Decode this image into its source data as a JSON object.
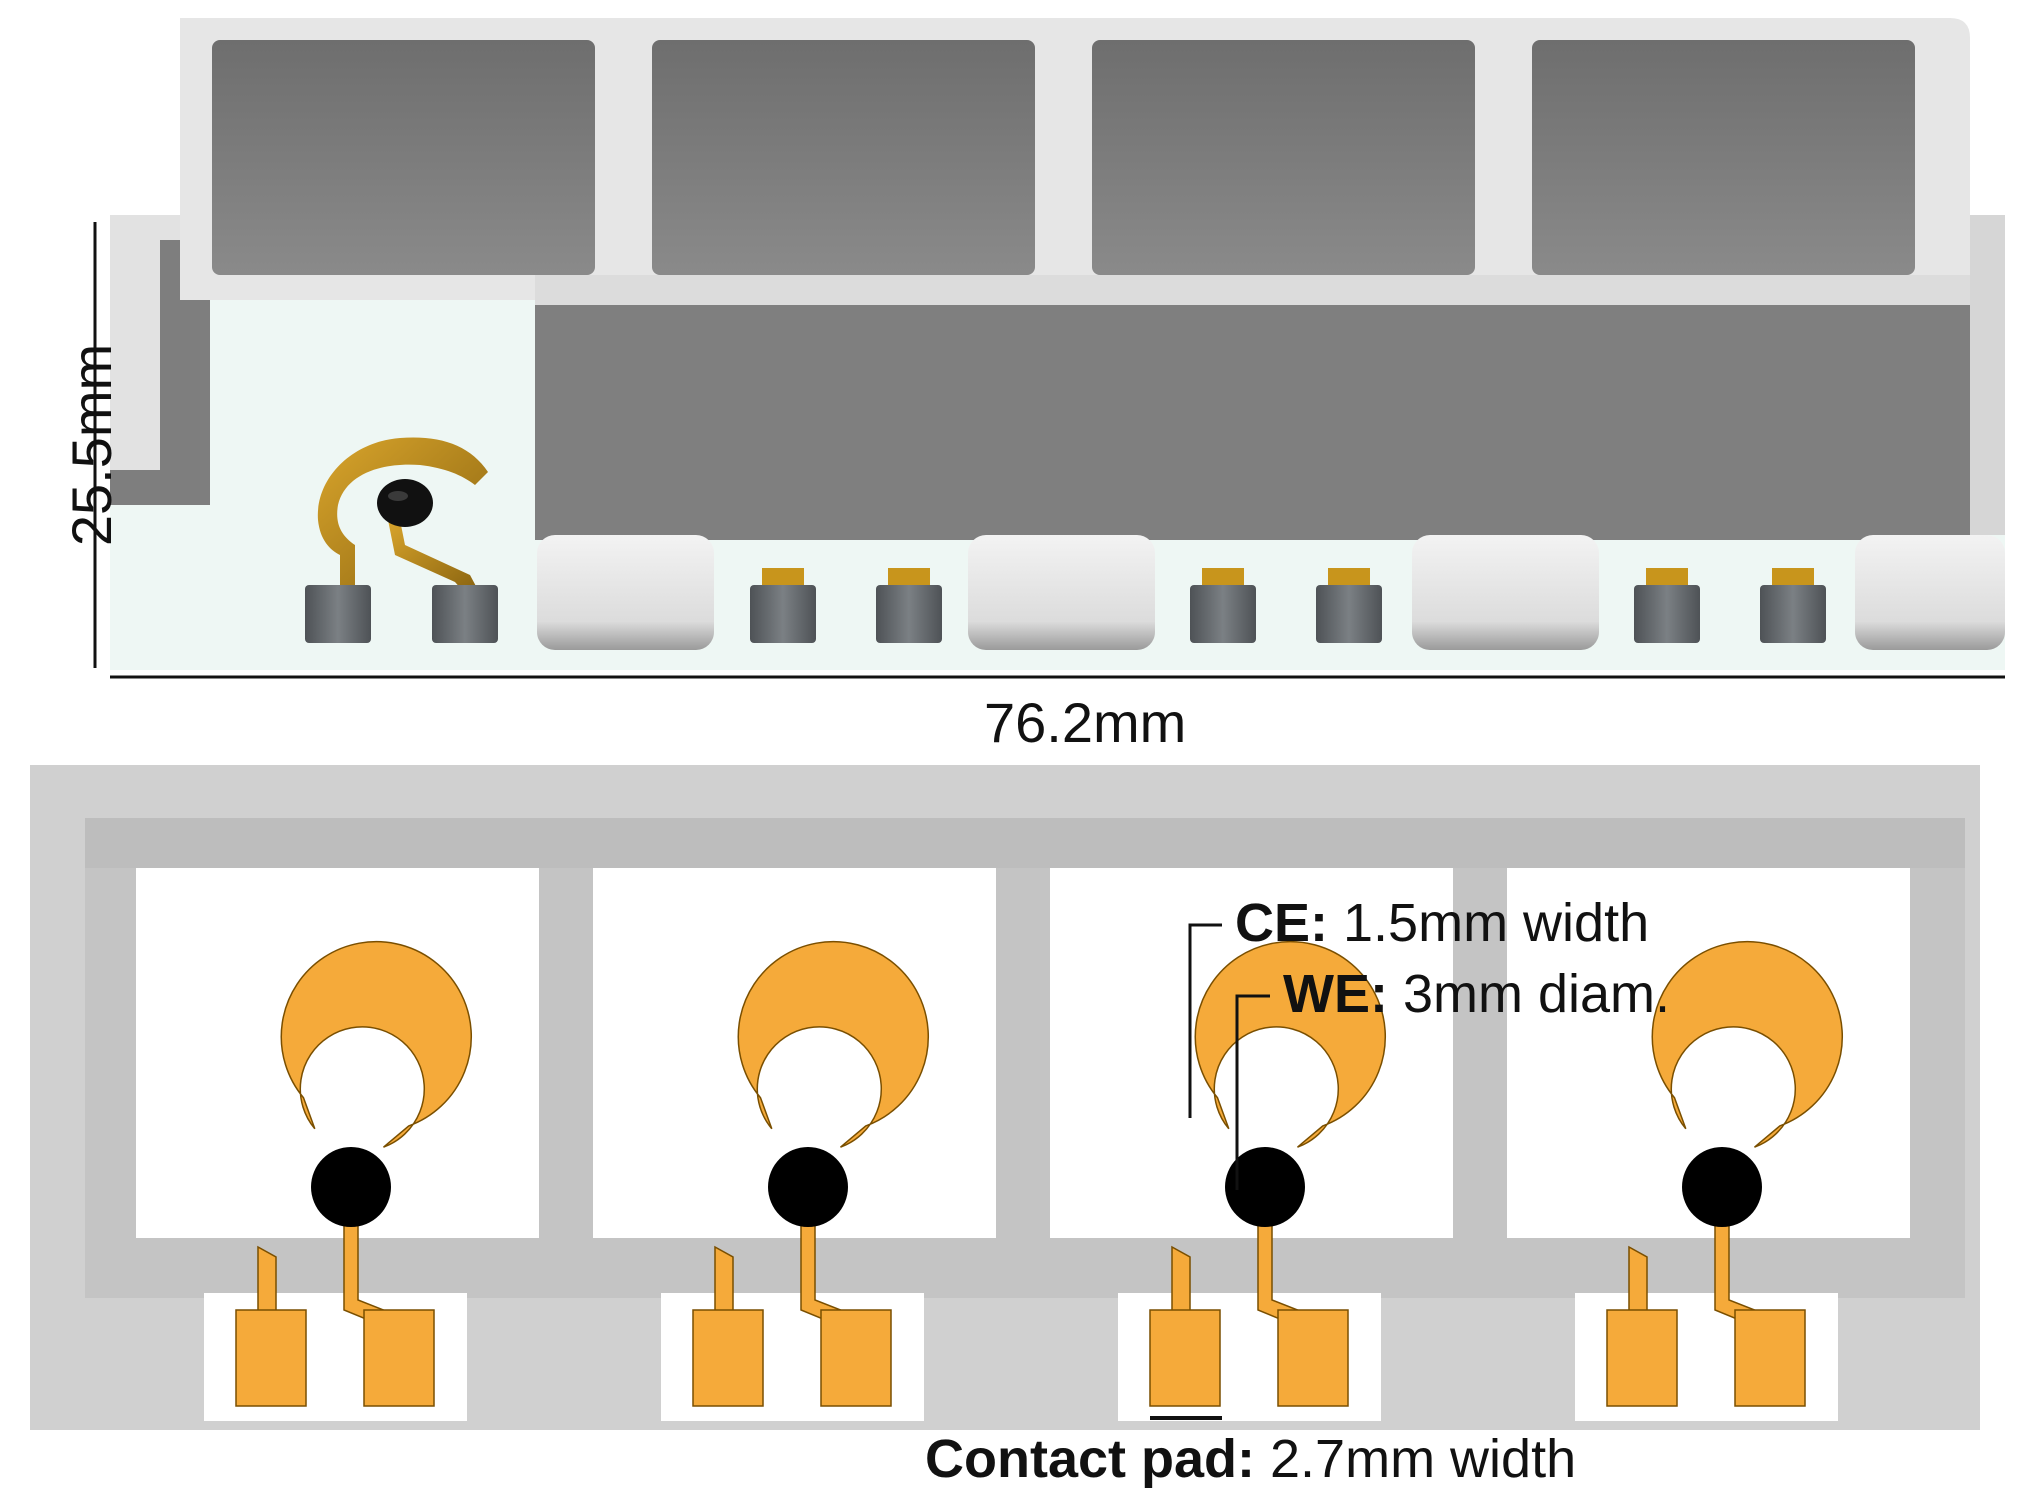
{
  "dimensions": {
    "height": "25.5mm",
    "width": "76.2mm"
  },
  "callouts": {
    "ce": {
      "term": "CE:",
      "text": "1.5mm width"
    },
    "we": {
      "term": "WE:",
      "text": "3mm diam."
    },
    "pad": {
      "term": "Contact pad:",
      "text": "2.7mm width"
    }
  },
  "colors": {
    "electrode": "#f5aa3a",
    "working_electrode": "#000000",
    "frame": "#c8c8c8",
    "well_interior": "#7c7c7c",
    "plastic": "#e3e3e3",
    "substrate": "#eef7f4",
    "gold_trace": "#c8951c",
    "pin": "#5d6266"
  }
}
